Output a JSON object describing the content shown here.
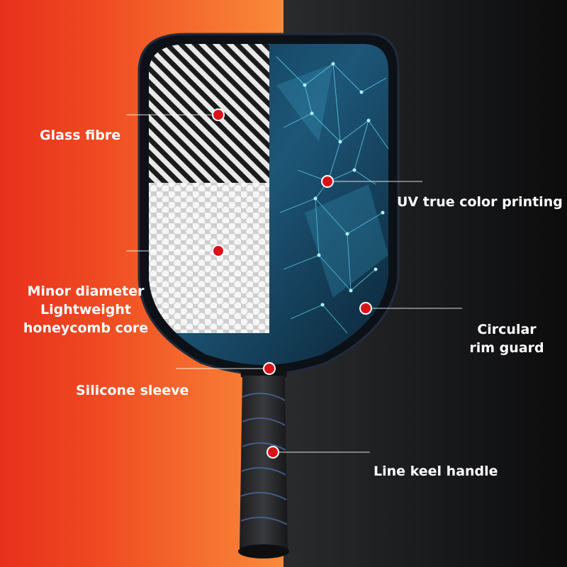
{
  "labels": {
    "glass_fibre": "Glass fibre",
    "core_line1": "Minor diameter",
    "core_line2": "Lightweight",
    "core_line3": "honeycomb core",
    "silicone_sleeve": "Silicone sleeve",
    "uv_printing": "UV true color printing",
    "rim_line1": "Circular",
    "rim_line2": "rim guard",
    "keel_handle": "Line keel handle"
  },
  "colors": {
    "left_background": "#ef4a22",
    "right_background": "#141516",
    "marker": "#d81419",
    "label_text": "#ffffff",
    "print_accent": "#5fd6f0"
  }
}
